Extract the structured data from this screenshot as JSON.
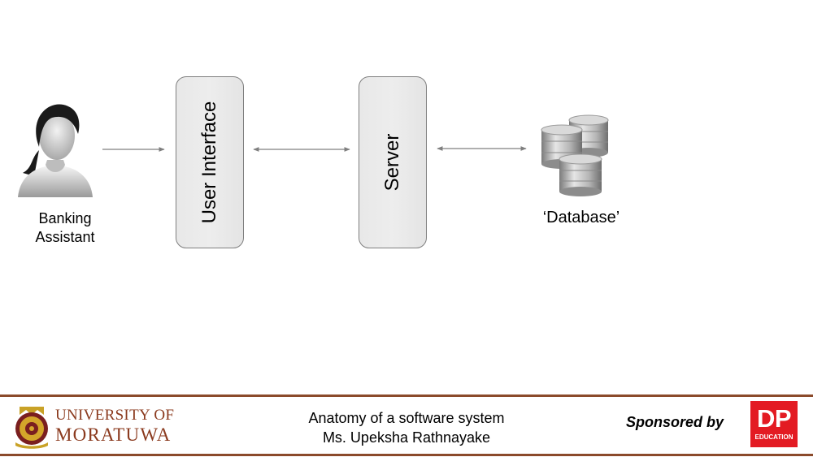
{
  "diagram": {
    "actor": {
      "label_line1": "Banking",
      "label_line2": "Assistant",
      "icon": "person-icon"
    },
    "nodes": [
      {
        "id": "user-interface",
        "label": "User Interface"
      },
      {
        "id": "server",
        "label": "Server"
      }
    ],
    "database": {
      "label": "‘Database’",
      "icon": "database-icon"
    },
    "connections": [
      {
        "from": "actor",
        "to": "user-interface",
        "direction": "one-way"
      },
      {
        "from": "user-interface",
        "to": "server",
        "direction": "two-way"
      },
      {
        "from": "server",
        "to": "database",
        "direction": "two-way"
      }
    ],
    "colors": {
      "box_fill": "#e9e9e9",
      "box_border": "#7f7f7f",
      "arrow": "#7f7f7f"
    }
  },
  "footer": {
    "university_line1": "UNIVERSITY OF",
    "university_line2": "MORATUWA",
    "title_line1": "Anatomy of a software system",
    "title_line2": "Ms. Upeksha Rathnayake",
    "sponsored_by": "Sponsored by",
    "sponsor_logo_main": "DP",
    "sponsor_logo_sub": "EDUCATION",
    "colors": {
      "rule": "#8b4a2b",
      "university_text": "#8b3a1e",
      "sponsor_red": "#e31b23"
    }
  }
}
